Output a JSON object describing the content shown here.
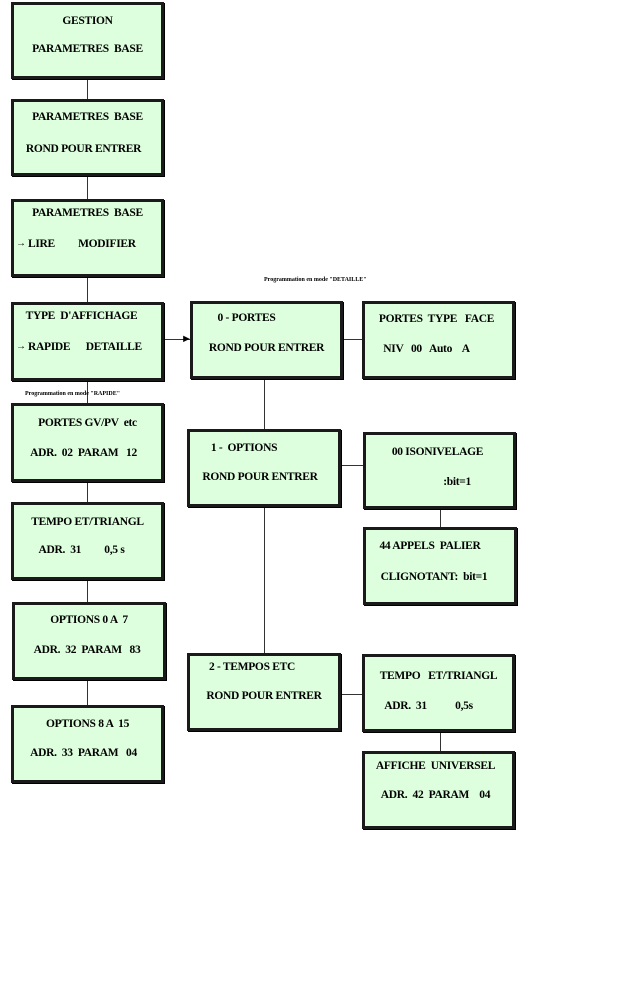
{
  "colors": {
    "box_fill": "#ddffdd",
    "box_border": "#1a1a1a",
    "line": "#333333"
  },
  "notes": {
    "detaille": "Programmation en mode \"DETAILLE\"",
    "rapide": "Programmation en mode \"RAPIDE\""
  },
  "main": [
    {
      "id": "gestion",
      "lines": [
        "GESTION",
        "PARAMETRES  BASE"
      ]
    },
    {
      "id": "param-enter",
      "lines": [
        "PARAMETRES  BASE",
        "ROND POUR ENTRER"
      ]
    },
    {
      "id": "param-lire",
      "lines": [
        "PARAMETRES  BASE",
        "LIRE         MODIFIER"
      ]
    },
    {
      "id": "affichage",
      "lines": [
        "TYPE  D'AFFICHAGE",
        "RAPIDE      DETAILLE"
      ]
    },
    {
      "id": "portes-gv",
      "lines": [
        "PORTES GV/PV  etc",
        "ADR.  02  PARAM   12"
      ]
    },
    {
      "id": "tempo",
      "lines": [
        "TEMPO ET/TRIANGL",
        "ADR.  31         0,5 s"
      ]
    },
    {
      "id": "options-0-7",
      "lines": [
        "OPTIONS 0 A  7",
        "ADR.  32  PARAM   83"
      ]
    },
    {
      "id": "options-8-15",
      "lines": [
        "OPTIONS 8 A  15",
        "ADR.  33  PARAM   04"
      ]
    }
  ],
  "middle": [
    {
      "id": "portes",
      "lines": [
        "0 - PORTES",
        "ROND POUR ENTRER"
      ]
    },
    {
      "id": "options",
      "lines": [
        "1 -  OPTIONS",
        "ROND POUR ENTRER"
      ]
    },
    {
      "id": "tempos",
      "lines": [
        "2 - TEMPOS ETC",
        "ROND POUR ENTRER"
      ]
    }
  ],
  "right": [
    {
      "id": "portes-type",
      "lines": [
        "PORTES  TYPE   FACE",
        "NIV   00   Auto    A"
      ]
    },
    {
      "id": "isonivelage",
      "lines": [
        "00 ISONIVELAGE",
        "         :bit=1"
      ]
    },
    {
      "id": "appels",
      "lines": [
        "44 APPELS  PALIER",
        "CLIGNOTANT:  bit=1"
      ]
    },
    {
      "id": "tempo-r",
      "lines": [
        "TEMPO   ET/TRIANGL",
        "ADR.  31           0,5s"
      ]
    },
    {
      "id": "affiche",
      "lines": [
        "AFFICHE  UNIVERSEL",
        "ADR.  42  PARAM    04"
      ]
    }
  ]
}
